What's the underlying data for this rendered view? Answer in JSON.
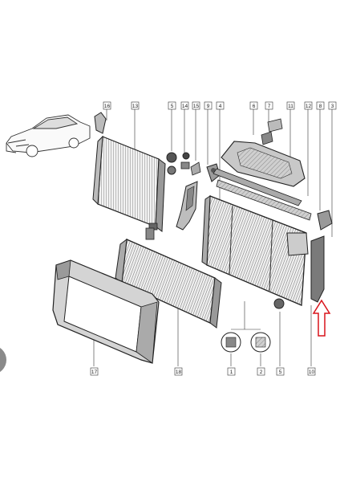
{
  "diagram": {
    "callouts": [
      {
        "id": "c16",
        "label": "16"
      },
      {
        "id": "c13",
        "label": "13"
      },
      {
        "id": "c5a",
        "label": "5"
      },
      {
        "id": "c14",
        "label": "14"
      },
      {
        "id": "c15",
        "label": "15"
      },
      {
        "id": "c9",
        "label": "9"
      },
      {
        "id": "c4",
        "label": "4"
      },
      {
        "id": "c6",
        "label": "6"
      },
      {
        "id": "c7",
        "label": "7"
      },
      {
        "id": "c11",
        "label": "11"
      },
      {
        "id": "c12",
        "label": "12"
      },
      {
        "id": "c8",
        "label": "8"
      },
      {
        "id": "c3",
        "label": "3"
      },
      {
        "id": "c17",
        "label": "17"
      },
      {
        "id": "c18",
        "label": "18"
      },
      {
        "id": "c1",
        "label": "1"
      },
      {
        "id": "c2",
        "label": "2"
      },
      {
        "id": "c5b",
        "label": "5"
      },
      {
        "id": "c10",
        "label": "10"
      }
    ],
    "highlight_arrow_color": "#d9141b",
    "line_color": "#333333"
  }
}
